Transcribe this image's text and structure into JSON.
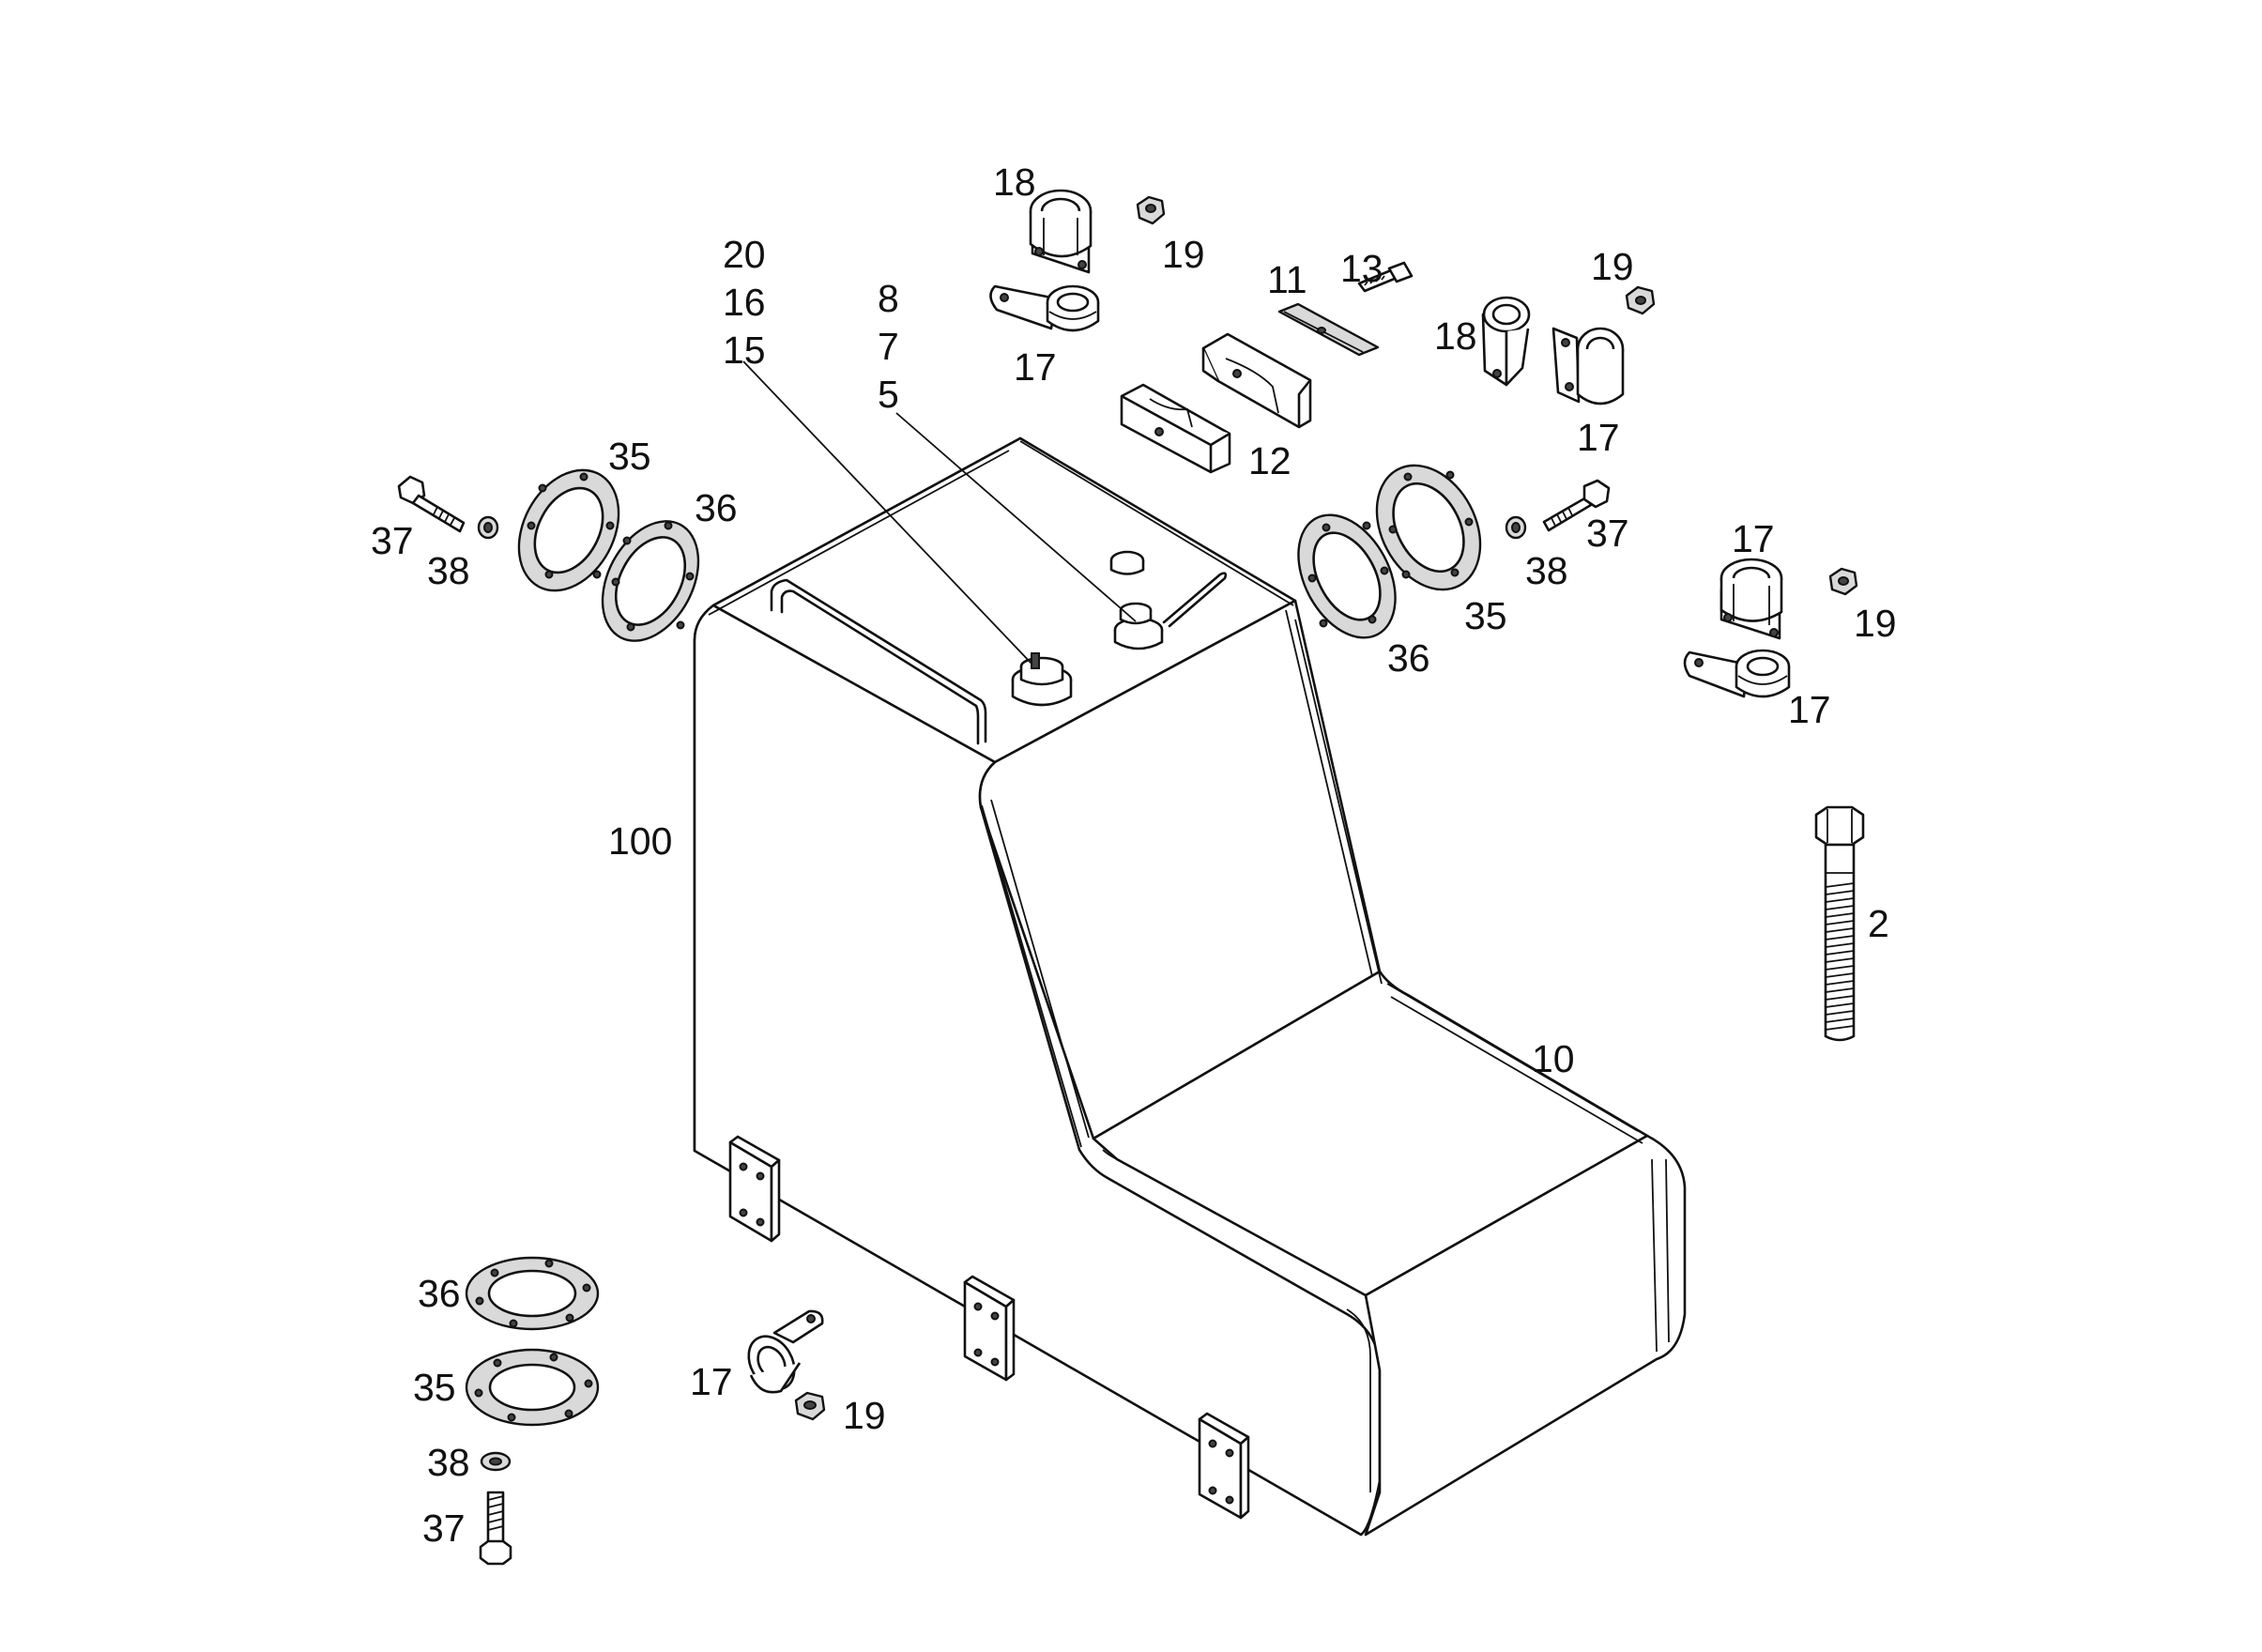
{
  "figure": {
    "background": "#ffffff",
    "line_color": "#111111",
    "part_colors": {
      "gasket": "#d9d9d9",
      "dark_fill": "#444444"
    }
  },
  "callouts": {
    "c18a": "18",
    "c19a": "19",
    "c20": "20",
    "c16": "16",
    "c15": "15",
    "c8": "8",
    "c7": "7",
    "c5": "5",
    "c17a": "17",
    "c11": "11",
    "c13": "13",
    "c19b": "19",
    "c18b": "18",
    "c17b": "17",
    "c12": "12",
    "c35a": "35",
    "c36a": "36",
    "c37a": "37",
    "c38a": "38",
    "c35b": "35",
    "c36b": "36",
    "c37b": "37",
    "c38b": "38",
    "c17c": "17",
    "c19c": "19",
    "c17d": "17",
    "c100": "100",
    "c2": "2",
    "c10": "10",
    "c36c": "36",
    "c35c": "35",
    "c38c": "38",
    "c37c": "37",
    "c17e": "17",
    "c19d": "19"
  }
}
